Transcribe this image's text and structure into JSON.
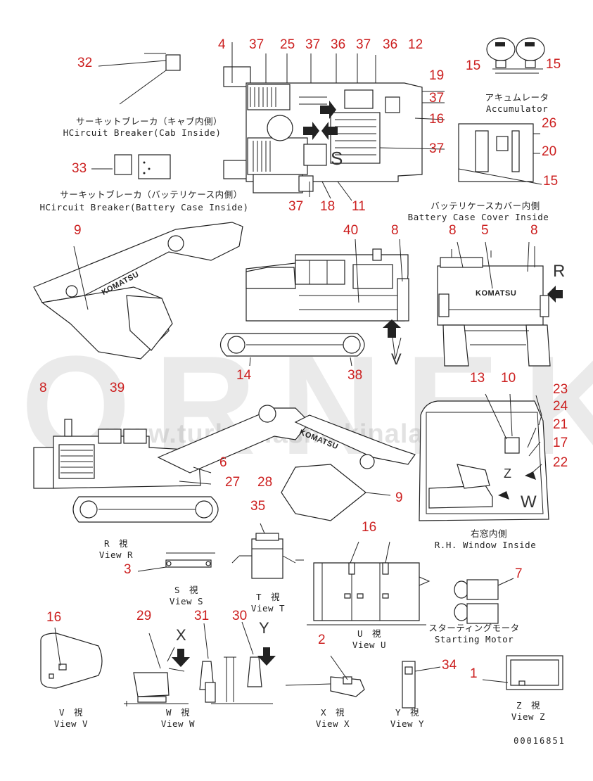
{
  "watermark": {
    "brand": "ORNEK",
    "url": "www.turboclasmakinalari.com.tr"
  },
  "captions": {
    "cab_breaker_jp": "サーキットブレーカ（キャブ内側）",
    "cab_breaker_en": "HCircuit Breaker(Cab Inside)",
    "battery_breaker_jp": "サーキットブレーカ（バッテリケース内側）",
    "battery_breaker_en": "HCircuit Breaker(Battery Case Inside)",
    "accumulator_jp": "アキュムレータ",
    "accumulator_en": "Accumulator",
    "battery_cover_jp": "バッテリケースカバー内側",
    "battery_cover_en": "Battery Case Cover Inside",
    "view_r_jp": "R　視",
    "view_r_en": "View R",
    "window_jp": "右窓内側",
    "window_en": "R.H. Window Inside",
    "view_s_jp": "S　視",
    "view_s_en": "View S",
    "view_t_jp": "T　視",
    "view_t_en": "View T",
    "view_u_jp": "U　視",
    "view_u_en": "View U",
    "starting_motor_jp": "スターティングモータ",
    "starting_motor_en": "Starting Motor",
    "view_v_jp": "V　視",
    "view_v_en": "View V",
    "view_w_jp": "W　視",
    "view_w_en": "View W",
    "view_x_jp": "X　視",
    "view_x_en": "View X",
    "view_y_jp": "Y　視",
    "view_y_en": "View Y",
    "view_z_jp": "Z　視",
    "view_z_en": "View Z",
    "drawing_number": "00016851"
  },
  "view_letters": {
    "s": "S",
    "r": "R",
    "v": "V",
    "w_cab": "W",
    "z": "Z",
    "x": "X",
    "y": "Y"
  },
  "brand_decal": "KOMATSU",
  "callouts": {
    "c32": "32",
    "c33": "33",
    "top_4": "4",
    "top_37a": "37",
    "top_25": "25",
    "top_37b": "37",
    "top_36a": "36",
    "top_37c": "37",
    "top_36b": "36",
    "top_12": "12",
    "top_19": "19",
    "top_37d": "37",
    "top_16": "16",
    "top_37e": "37",
    "top_37f": "37",
    "top_18": "18",
    "top_11": "11",
    "acc_15a": "15",
    "acc_15b": "15",
    "bc_26": "26",
    "bc_20": "20",
    "bc_15": "15",
    "side_9": "9",
    "side_40": "40",
    "side_8a": "8",
    "side_14": "14",
    "side_38": "38",
    "rear_8a": "8",
    "rear_5": "5",
    "rear_8b": "8",
    "left_8": "8",
    "left_39": "39",
    "left_6": "6",
    "left_27": "27",
    "left_28": "28",
    "left_35": "35",
    "left_9": "9",
    "win_13": "13",
    "win_10": "10",
    "win_23": "23",
    "win_24": "24",
    "win_21": "21",
    "win_17": "17",
    "win_22": "22",
    "s_3": "3",
    "u_16": "16",
    "sm_7": "7",
    "v_16": "16",
    "w_29": "29",
    "w_31": "31",
    "w_30": "30",
    "x_2": "2",
    "y_34": "34",
    "z_1": "1"
  }
}
